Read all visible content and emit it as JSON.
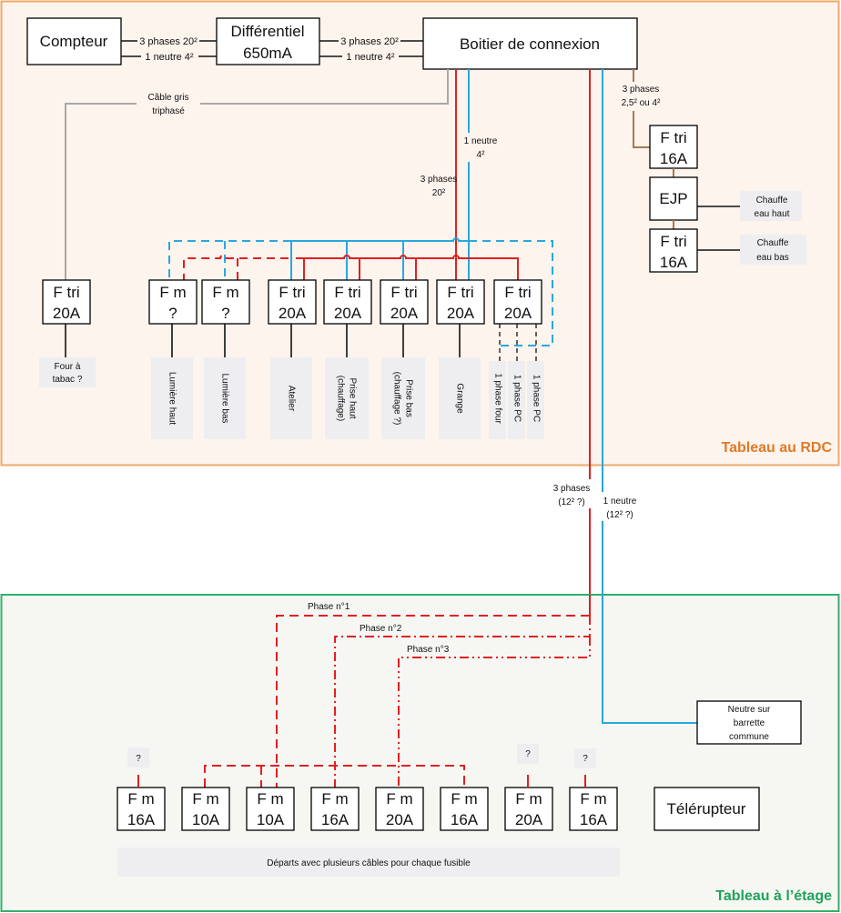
{
  "colors": {
    "rdc_border": "#f0a868",
    "rdc_fill": "#fdf4ee",
    "rdc_title": "#e07a26",
    "etage_border": "#2db36a",
    "etage_fill": "#f6f7f2",
    "etage_title": "#1fa35a",
    "phase": "#e02020",
    "neutral": "#2aa7df",
    "grey_cable": "#a8a8a8",
    "brown_cable": "#a87a4a",
    "black": "#111111"
  },
  "rdc": {
    "title": "Tableau au RDC",
    "compteur": "Compteur",
    "differentiel": [
      "Différentiel",
      "650mA"
    ],
    "boitier": "Boitier de connexion",
    "link1": {
      "phases": "3 phases 20²",
      "neutre": "1 neutre 4²"
    },
    "link2": {
      "phases": "3 phases 20²",
      "neutre": "1 neutre 4²"
    },
    "grey_cable_label": [
      "Câble gris",
      "triphasé"
    ],
    "bus_neutre_label": [
      "1 neutre",
      "4²"
    ],
    "bus_phases_label": [
      "3 phases",
      "20²"
    ],
    "ejp_feed_label": [
      "3 phases",
      "2,5² ou 4²"
    ],
    "four_fuse": [
      "F tri",
      "20A"
    ],
    "four_label": [
      "Four à",
      "tabac ?"
    ],
    "fuses": [
      {
        "l1": "F m",
        "l2": "?",
        "label": [
          "Lumière haut"
        ]
      },
      {
        "l1": "F m",
        "l2": "?",
        "label": [
          "Lumière bas"
        ]
      },
      {
        "l1": "F tri",
        "l2": "20A",
        "label": [
          "Atelier"
        ]
      },
      {
        "l1": "F tri",
        "l2": "20A",
        "label": [
          "Prise haut",
          "(chauffage)"
        ]
      },
      {
        "l1": "F tri",
        "l2": "20A",
        "label": [
          "Prise bas",
          "(chauffage ?)"
        ]
      },
      {
        "l1": "F tri",
        "l2": "20A",
        "label": [
          "Grange"
        ]
      },
      {
        "l1": "F tri",
        "l2": "20A",
        "label": []
      }
    ],
    "last_fuse_outputs": [
      "1 phase four",
      "1 phase PC",
      "1 phase PC"
    ],
    "ejp_chain": {
      "fuse_top": [
        "F tri",
        "16A"
      ],
      "ejp": "EJP",
      "fuse_bottom": [
        "F tri",
        "16A"
      ],
      "out_haut": [
        "Chauffe",
        "eau haut"
      ],
      "out_bas": [
        "Chauffe",
        "eau bas"
      ]
    }
  },
  "link_between": {
    "phases": [
      "3 phases",
      "(12² ?)"
    ],
    "neutre": [
      "1 neutre",
      "(12² ?)"
    ]
  },
  "etage": {
    "title": "Tableau à l’étage",
    "phase_labels": [
      "Phase n°1",
      "Phase n°2",
      "Phase n°3"
    ],
    "neutral_box": [
      "Neutre sur",
      "barrette",
      "commune"
    ],
    "fuses": [
      {
        "l1": "F m",
        "l2": "16A",
        "note": "?"
      },
      {
        "l1": "F m",
        "l2": "10A",
        "note": ""
      },
      {
        "l1": "F m",
        "l2": "10A",
        "note": ""
      },
      {
        "l1": "F m",
        "l2": "16A",
        "note": ""
      },
      {
        "l1": "F m",
        "l2": "20A",
        "note": ""
      },
      {
        "l1": "F m",
        "l2": "16A",
        "note": ""
      },
      {
        "l1": "F m",
        "l2": "20A",
        "note": "?"
      },
      {
        "l1": "F m",
        "l2": "16A",
        "note": "?"
      }
    ],
    "telerupteur": "Télérupteur",
    "departs_label": "Départs avec plusieurs câbles pour chaque fusible"
  }
}
